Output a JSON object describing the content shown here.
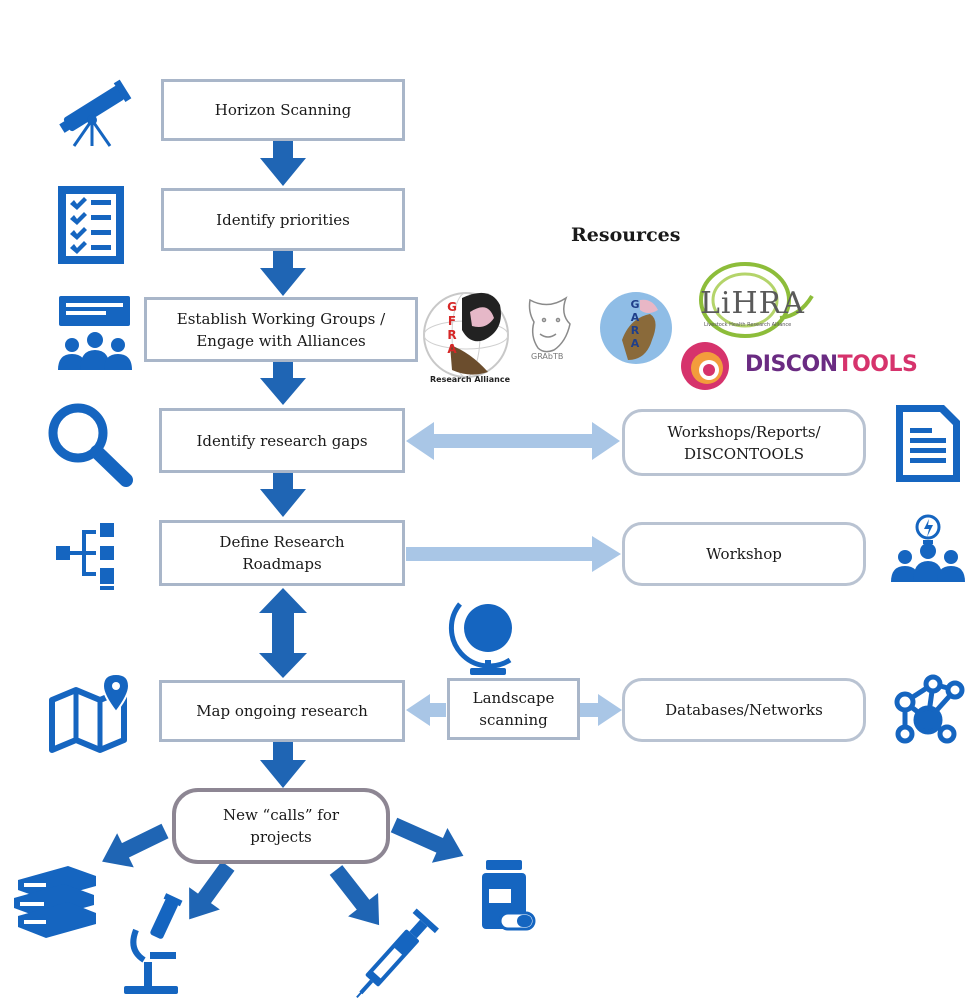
{
  "steps": {
    "horizon": "Horizon Scanning",
    "priorities": "Identify priorities",
    "working_groups_line1": "Establish Working Groups /",
    "working_groups_line2": "Engage with Alliances",
    "gaps": "Identify research gaps",
    "roadmaps_line1": "Define Research",
    "roadmaps_line2": "Roadmaps",
    "map": "Map ongoing research",
    "calls_line1": "New “calls” for",
    "calls_line2": "projects"
  },
  "side": {
    "workshops_line1": "Workshops/Reports/",
    "workshops_line2": "DISCONTOOLS",
    "workshop": "Workshop",
    "databases": "Databases/Networks",
    "landscape_line1": "Landscape",
    "landscape_line2": "scanning"
  },
  "resources": {
    "title": "Resources",
    "logos": {
      "gfra_letters": [
        "G",
        "F",
        "R",
        "A"
      ],
      "gfra_caption": "Research Alliance",
      "grabtb": "GRAbTB",
      "gara_letters": [
        "G",
        "A",
        "R",
        "A"
      ],
      "lihra": "LiHRA",
      "lihra_caption": "Livestock Health Research Alliance",
      "discontools_a": "DISCON",
      "discontools_b": "TOOLS"
    }
  },
  "colors": {
    "icon_blue": "#1565c0",
    "arrow_blue": "#1f65b4",
    "light_arrow": "#a9c6e6",
    "box_border": "#a9b6c9",
    "calls_border": "#8d8693",
    "discontools_purple": "#6a2b82",
    "discontools_pink": "#d6336c",
    "lihra_green": "#8dbd3a"
  },
  "icons": [
    "telescope-icon",
    "checklist-icon",
    "presentation-group-icon",
    "magnifier-icon",
    "hierarchy-icon",
    "folded-map-icon",
    "document-icon",
    "idea-team-icon",
    "globe-icon",
    "network-icon",
    "books-icon",
    "microscope-icon",
    "syringe-icon",
    "medicine-bottle-icon"
  ]
}
